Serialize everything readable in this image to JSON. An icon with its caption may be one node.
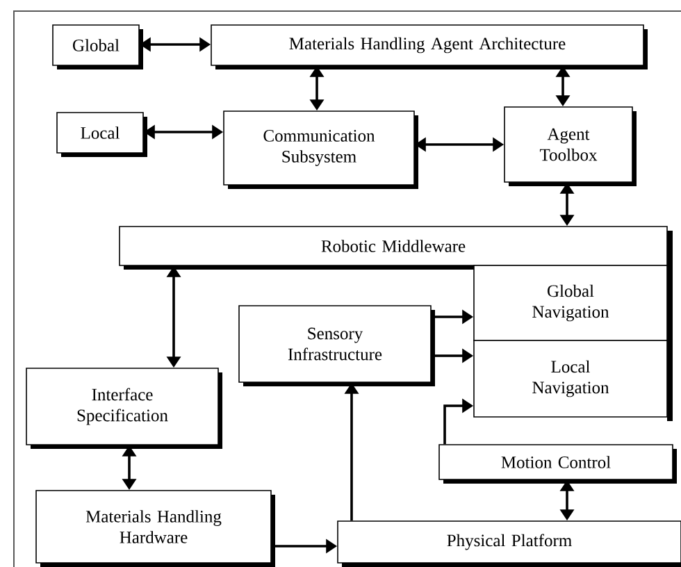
{
  "diagram": {
    "nodes": [
      {
        "text": [
          "Global"
        ]
      },
      {
        "text": [
          "Materials Handling Agent Architecture"
        ]
      },
      {
        "text": [
          "Local"
        ]
      },
      {
        "text": [
          "Communication Subsystem"
        ]
      },
      {
        "text": [
          "Agent Toolbox"
        ]
      },
      {
        "text": [
          "Robotic Middleware"
        ]
      },
      {
        "text": [
          "Global Navigation"
        ]
      },
      {
        "text": [
          "Sensory Infrastructure"
        ]
      },
      {
        "text": [
          "Local Navigation"
        ]
      },
      {
        "text": [
          "Interface Specification"
        ]
      },
      {
        "text": [
          "Motion Control"
        ]
      },
      {
        "text": [
          "Materials Handling Hardware"
        ]
      },
      {
        "text": [
          "Physical Platform"
        ]
      }
    ],
    "edges": [
      {
        "from": 0,
        "to": 1,
        "arrow": "both"
      },
      {
        "from": 1,
        "to": 3,
        "arrow": "both"
      },
      {
        "from": 1,
        "to": 4,
        "arrow": "both"
      },
      {
        "from": 2,
        "to": 3,
        "arrow": "both"
      },
      {
        "from": 3,
        "to": 4,
        "arrow": "both"
      },
      {
        "from": 4,
        "to": 5,
        "arrow": "both"
      },
      {
        "from": 5,
        "to": 9,
        "arrow": "both"
      },
      {
        "from": 7,
        "to": 6,
        "arrow": "to"
      },
      {
        "from": 7,
        "to": 8,
        "arrow": "to"
      },
      {
        "from": 9,
        "to": 11,
        "arrow": "both"
      },
      {
        "from": 11,
        "to": 12,
        "arrow": "to"
      },
      {
        "from": 12,
        "to": 7,
        "arrow": "to"
      },
      {
        "from": 10,
        "to": 8,
        "arrow": "to"
      },
      {
        "from": 10,
        "to": 12,
        "arrow": "both"
      }
    ]
  }
}
